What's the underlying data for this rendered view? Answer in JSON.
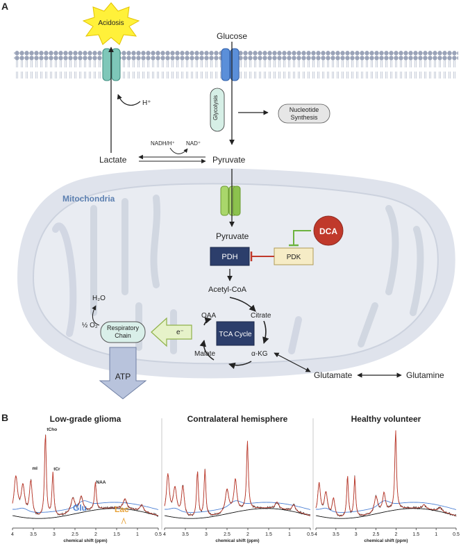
{
  "panel_a": {
    "label": "A",
    "acidosis": "Acidosis",
    "glucose": "Glucose",
    "glycolysis": "Glycolysis",
    "nucleotide_1": "Nucleotide",
    "nucleotide_2": "Synthesis",
    "h_plus": "H⁺",
    "nadh": "NADH/H⁺",
    "nad": "NAD⁺",
    "lactate": "Lactate",
    "pyruvate": "Pyruvate",
    "mitochondria": "Mitochondria",
    "pyruvate_mito": "Pyruvate",
    "dca": "DCA",
    "pdh": "PDH",
    "pdk": "PDK",
    "acetyl_coa": "Acetyl-CoA",
    "h2o": "H₂O",
    "half_o2": "½ O₂",
    "resp_1": "Respiratory",
    "resp_2": "Chain",
    "e_minus": "e⁻",
    "oaa": "OAA",
    "citrate": "Citrate",
    "tca": "TCA Cycle",
    "malate": "Malate",
    "akg": "α-KG",
    "glutamate": "Glutamate",
    "glutamine": "Glutamine",
    "atp": "ATP",
    "colors": {
      "membrane": "#9aa3b8",
      "mitochondria": "#dfe3ec",
      "mito_label": "#5b7fb0",
      "dca": "#c0392b",
      "pdh": "#2c3e6b",
      "pdk": "#f6ecc6",
      "resp_chain": "#d9efe9",
      "electron_arrow": "#e6f2c9",
      "atp_arrow": "#b8c3dc",
      "acidosis": "#fff13a"
    }
  },
  "panel_b": {
    "label": "B",
    "xlabel": "chemical shift (ppm)",
    "ticks": [
      "4",
      "3.5",
      "3",
      "2.5",
      "2",
      "1.5",
      "1",
      "0.5"
    ],
    "spectra": [
      {
        "title": "Low-grade glioma",
        "peaks": [
          "tCho",
          "mI",
          "tCr",
          "NAA"
        ],
        "glu": "Glu",
        "lac": "Lac"
      },
      {
        "title": "Contralateral hemisphere"
      },
      {
        "title": "Healthy volunteer"
      }
    ],
    "colors": {
      "fit": "#c0392b",
      "data": "#222222",
      "glu": "#4a7fd4",
      "baseline": "#111111",
      "lac": "#e8a33a"
    }
  }
}
